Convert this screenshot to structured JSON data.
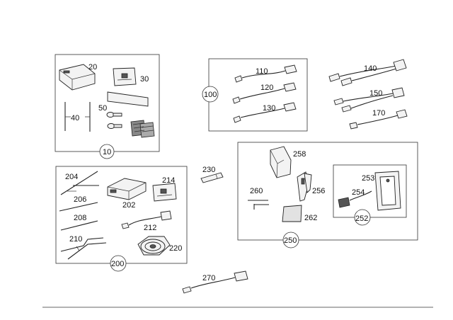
{
  "diagram": {
    "groups": {
      "g10": {
        "label": "10"
      },
      "g100": {
        "label": "100"
      },
      "g200": {
        "label": "200"
      },
      "g250": {
        "label": "250"
      },
      "g252": {
        "label": "252"
      }
    },
    "parts": {
      "p20": "20",
      "p30": "30",
      "p40": "40",
      "p50": "50",
      "p110": "110",
      "p120": "120",
      "p130": "130",
      "p140": "140",
      "p150": "150",
      "p170": "170",
      "p202": "202",
      "p204": "204",
      "p206": "206",
      "p208": "208",
      "p210": "210",
      "p212": "212",
      "p214": "214",
      "p220": "220",
      "p230": "230",
      "p253": "253",
      "p254": "254",
      "p256": "256",
      "p258": "258",
      "p260": "260",
      "p262": "262",
      "p270": "270"
    }
  }
}
